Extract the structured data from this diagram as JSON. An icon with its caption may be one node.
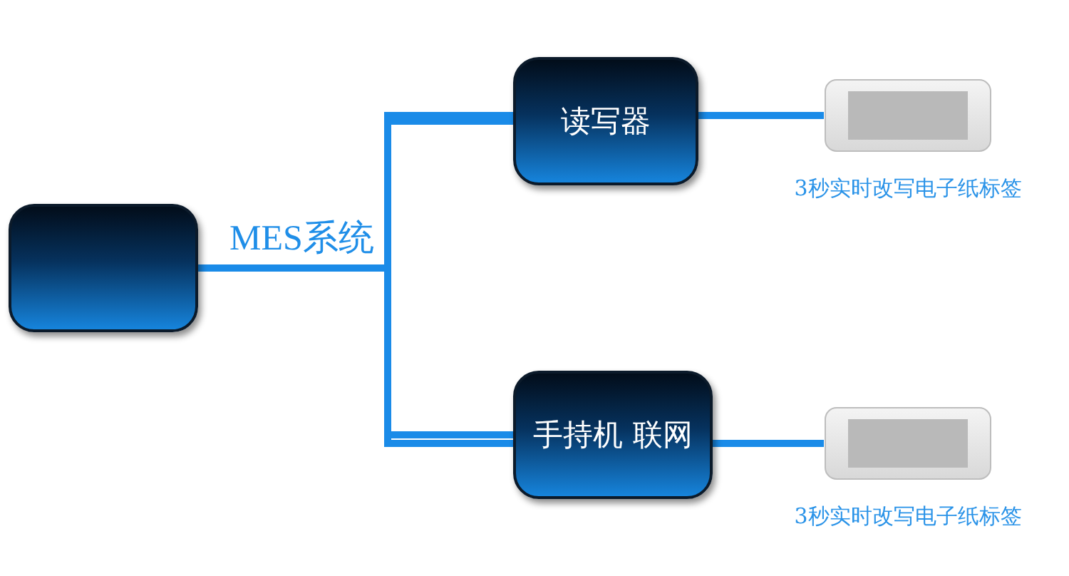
{
  "diagram": {
    "nodes": [
      {
        "text": [],
        "shape": "box"
      },
      {
        "text": [
          "读写器"
        ]
      },
      {
        "text": [
          "手持机 联网"
        ]
      },
      {
        "text": [],
        "shape": "picture",
        "beside": [
          "3秒实时改写电子纸标签"
        ]
      },
      {
        "text": [],
        "shape": "picture",
        "beside": [
          "3秒实时改写电子纸标签"
        ]
      }
    ],
    "edges": [
      {
        "from": 0,
        "to": 1,
        "arrow": "none",
        "label": "MES系统"
      },
      {
        "from": 0,
        "to": 2,
        "arrow": "none"
      },
      {
        "from": 1,
        "to": 3,
        "arrow": "none"
      },
      {
        "from": 2,
        "to": 4,
        "arrow": "none"
      }
    ]
  }
}
